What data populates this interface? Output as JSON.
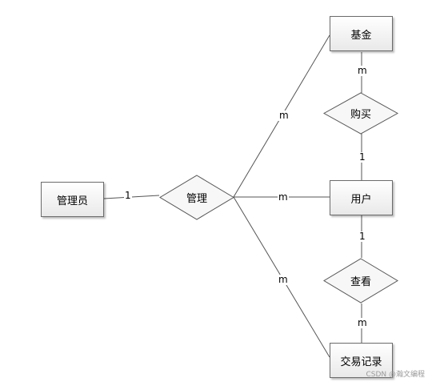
{
  "entities": {
    "admin": "管理员",
    "fund": "基金",
    "user": "用户",
    "transaction": "交易记录"
  },
  "relationships": {
    "manage": "管理",
    "purchase": "购买",
    "view": "查看"
  },
  "cardinalities": {
    "admin_manage": "1",
    "manage_fund": "m",
    "manage_user": "m",
    "manage_transaction": "m",
    "fund_purchase": "m",
    "purchase_user": "1",
    "user_view": "1",
    "view_transaction": "m"
  },
  "watermark": "CSDN @瀚文编程"
}
